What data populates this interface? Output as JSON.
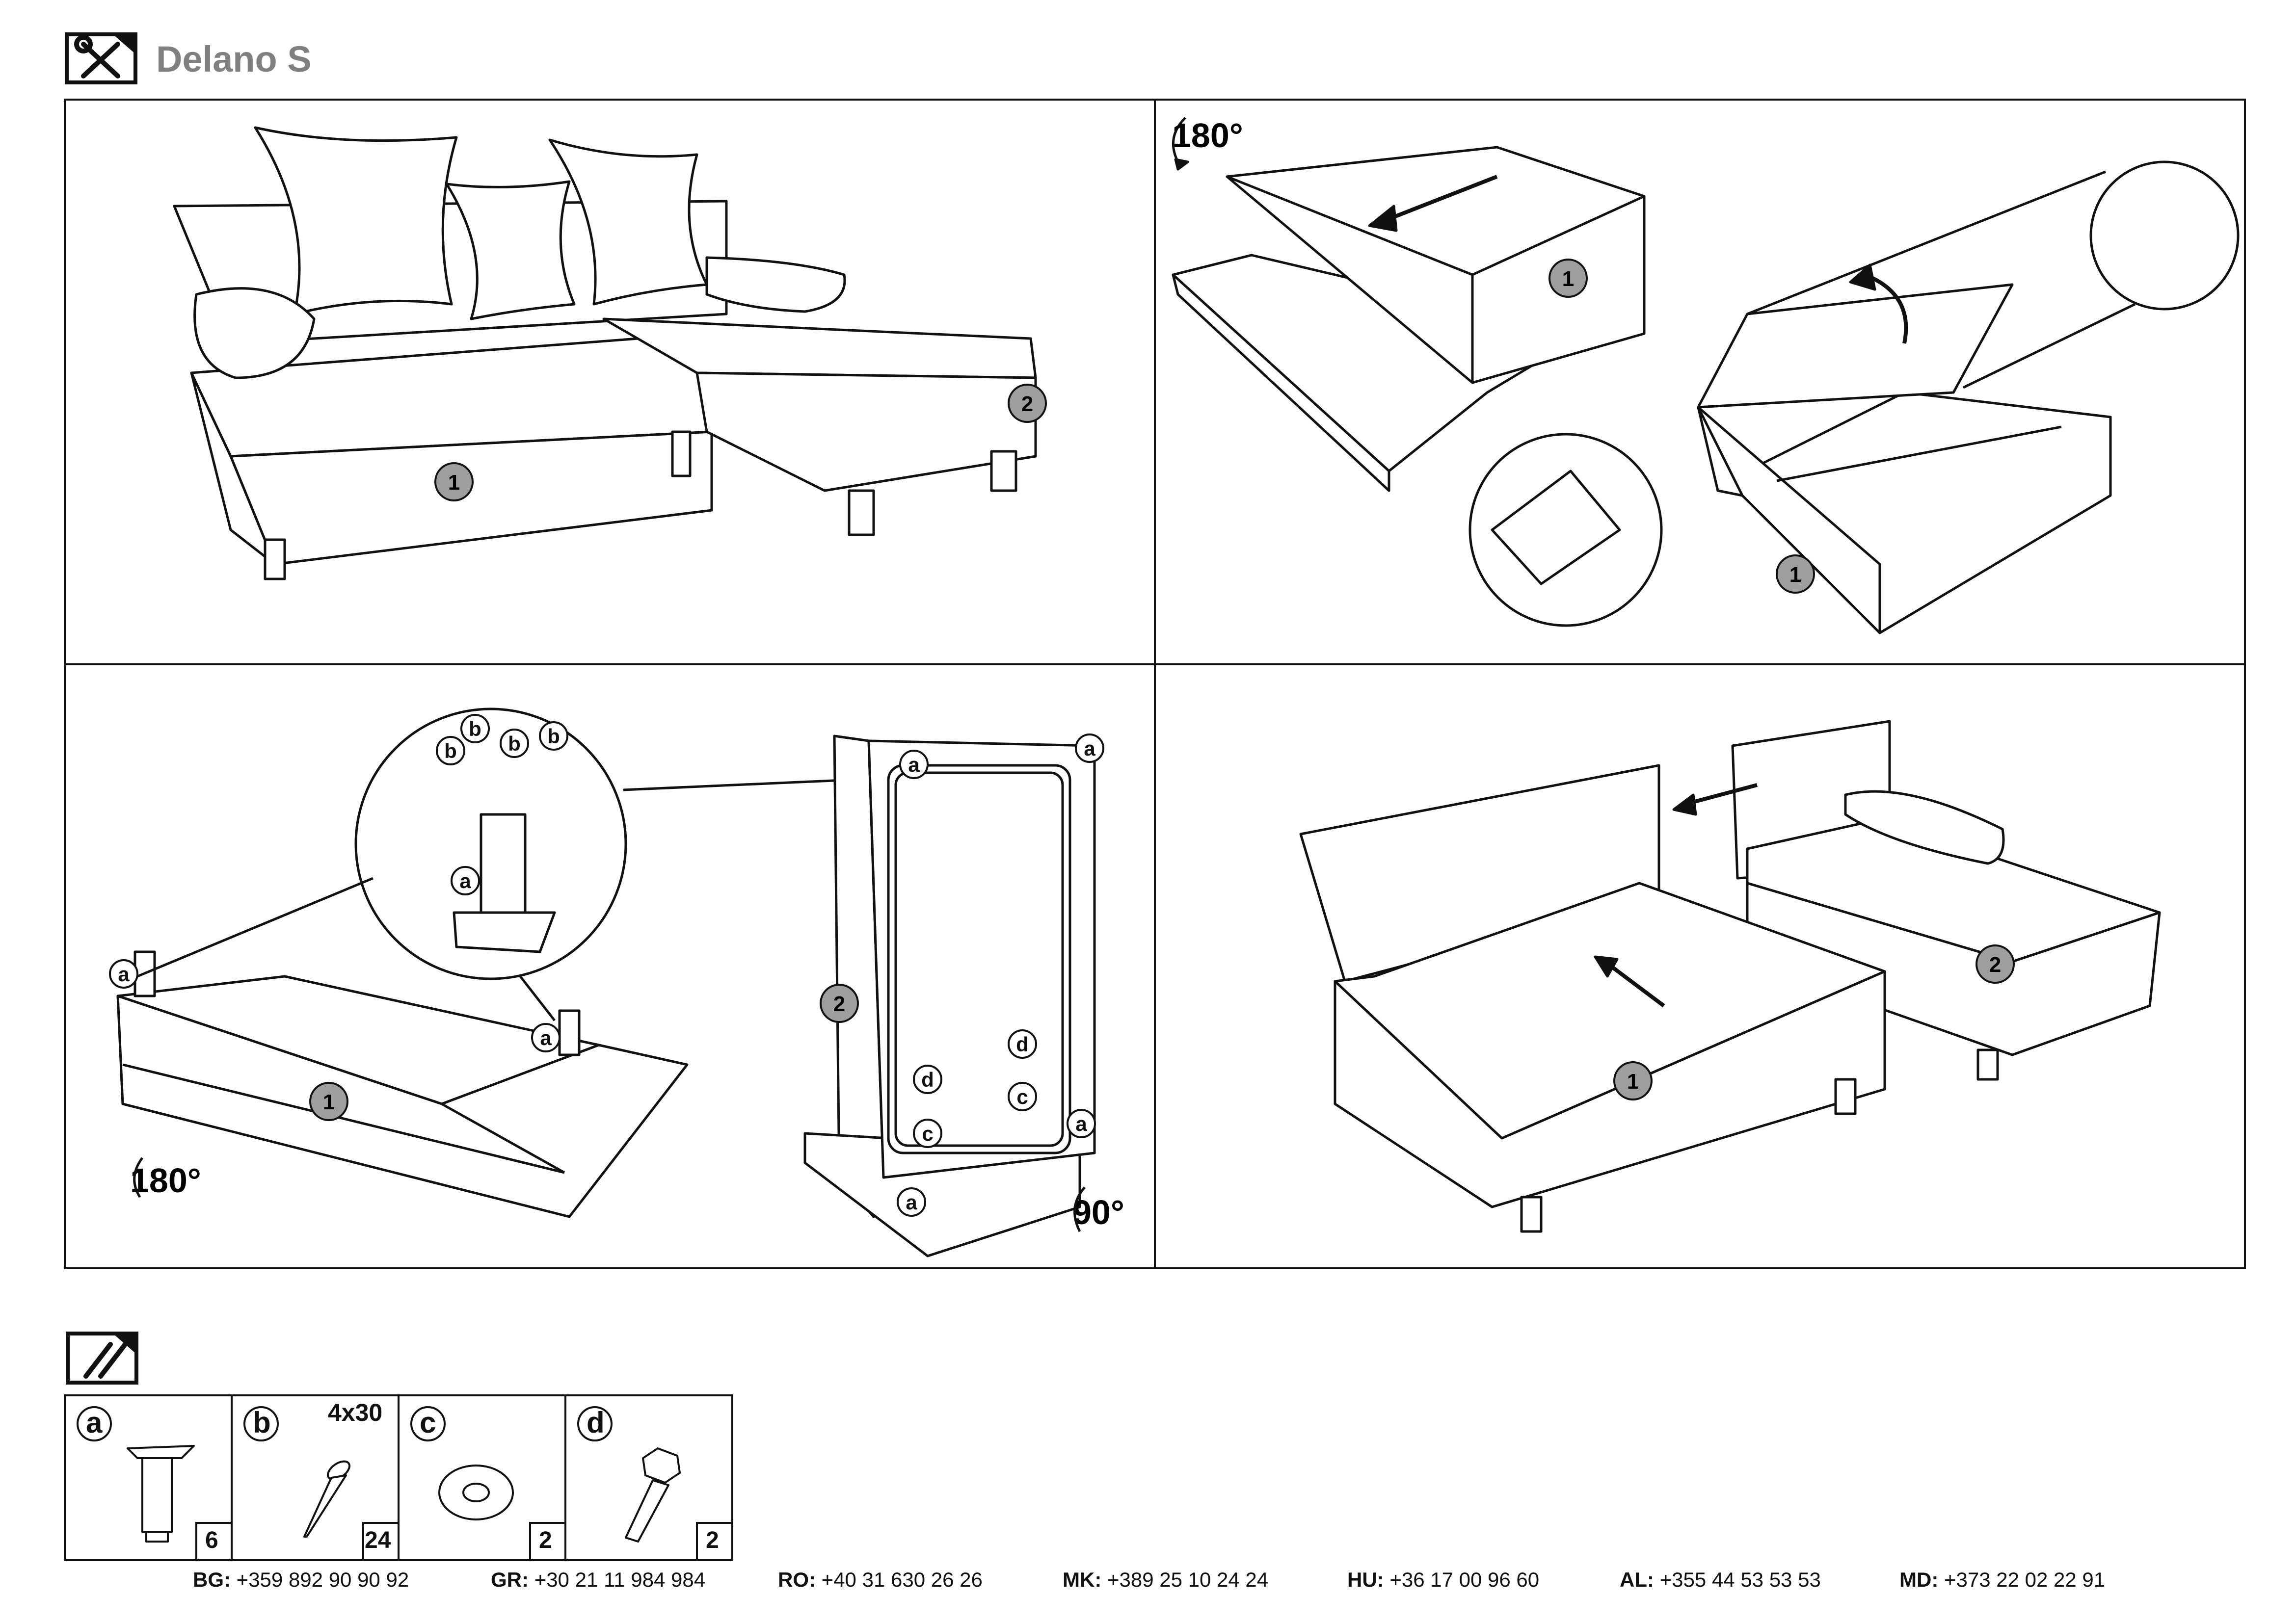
{
  "document": {
    "title": "Delano S"
  },
  "steps": {
    "step2_rotation": "180°",
    "step3_rotation_left": "180°",
    "step3_rotation_right": "90°"
  },
  "callouts": {
    "part1": "1",
    "part2": "2",
    "hw_a": "a",
    "hw_b": "b",
    "hw_c": "c",
    "hw_d": "d"
  },
  "parts": [
    {
      "letter": "a",
      "qty": "6",
      "size": ""
    },
    {
      "letter": "b",
      "qty": "24",
      "size": "4x30"
    },
    {
      "letter": "c",
      "qty": "2",
      "size": ""
    },
    {
      "letter": "d",
      "qty": "2",
      "size": ""
    }
  ],
  "contacts": [
    {
      "country": "BG:",
      "phone": "+359 892 90 90 92"
    },
    {
      "country": "GR:",
      "phone": "+30 21 11 984 984"
    },
    {
      "country": "RO:",
      "phone": "+40 31 630 26 26"
    },
    {
      "country": "MK:",
      "phone": "+389 25 10 24 24"
    },
    {
      "country": "HU:",
      "phone": "+36 17 00 96 60"
    },
    {
      "country": "AL:",
      "phone": "+355 44 53 53 53"
    },
    {
      "country": "MD:",
      "phone": "+373 22 02 22 91"
    }
  ],
  "icons": {
    "tools": "screwdriver-wrench-icon",
    "hardware": "screws-icon"
  }
}
